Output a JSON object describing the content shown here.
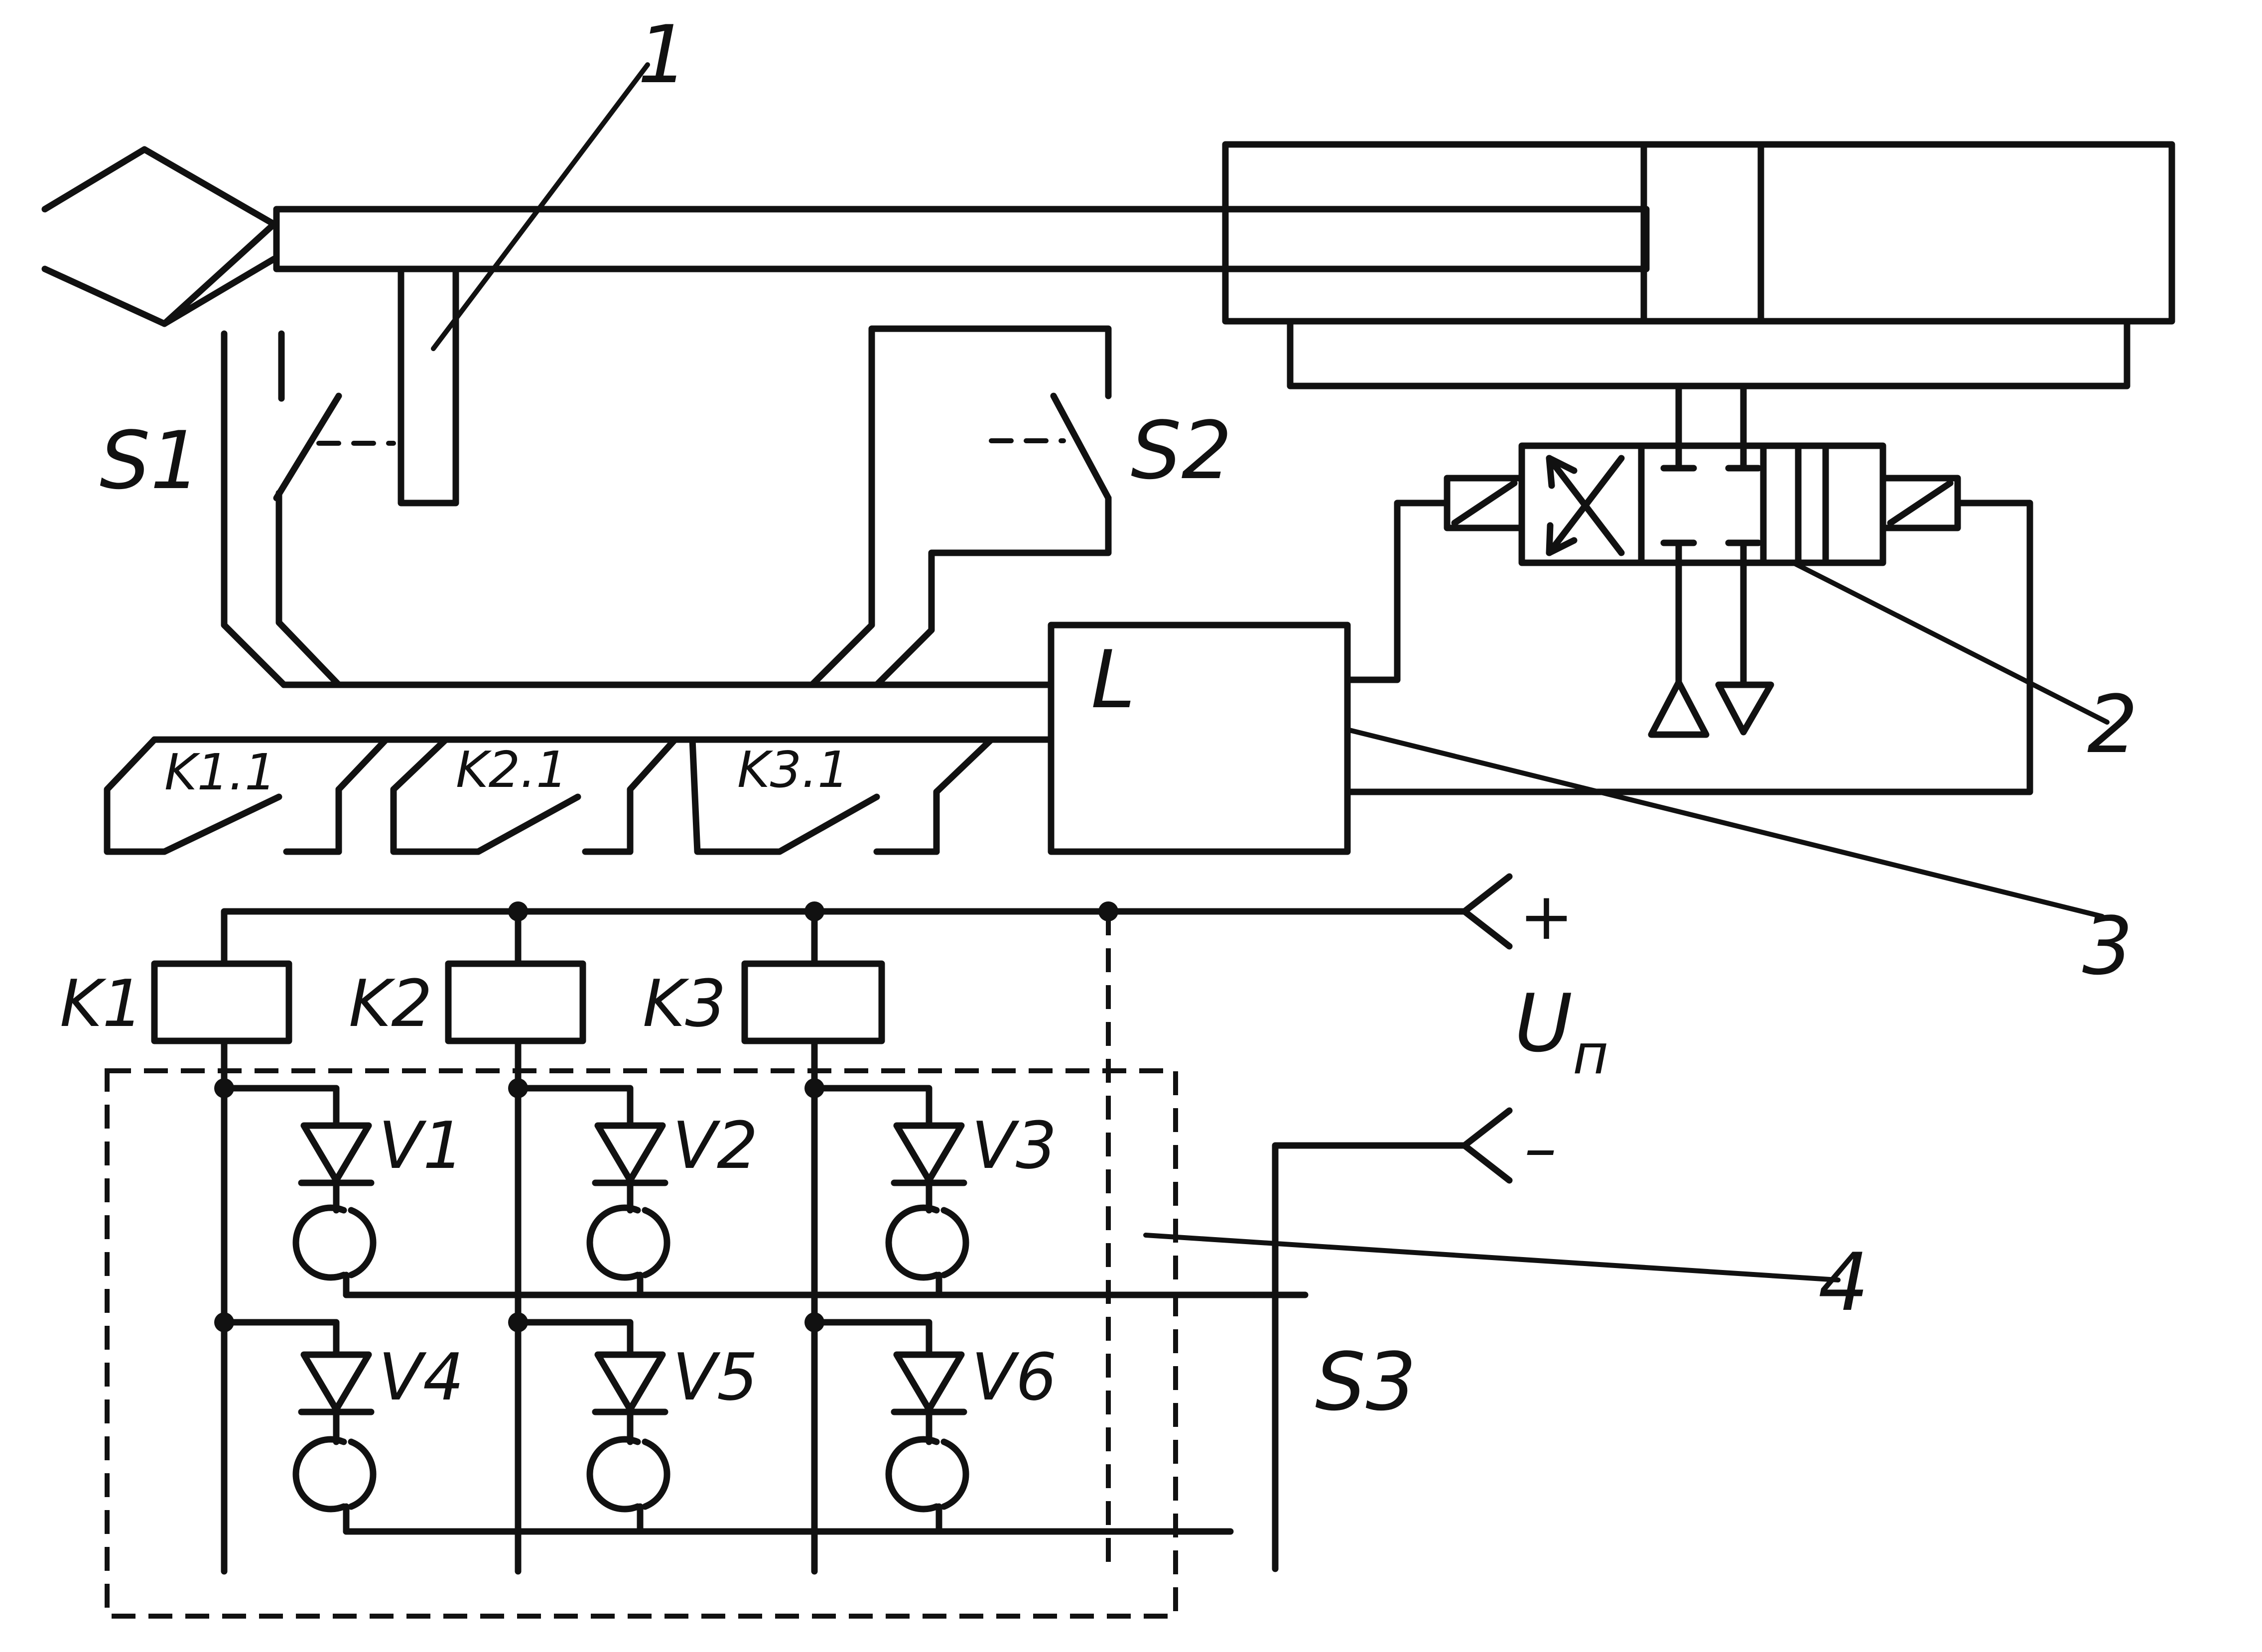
{
  "labels": {
    "callout_1": "1",
    "callout_2": "2",
    "callout_3": "3",
    "callout_4": "4",
    "switch_s1": "S1",
    "switch_s2": "S2",
    "switch_s3": "S3",
    "logic_block": "L",
    "contact_k1_1": "K1.1",
    "contact_k2_1": "K2.1",
    "contact_k3_1": "K3.1",
    "relay_k1": "K1",
    "relay_k2": "K2",
    "relay_k3": "K3",
    "plus": "+",
    "minus": "–",
    "supply": "U",
    "supply_sub": "п",
    "diode_v1": "V1",
    "diode_v2": "V2",
    "diode_v3": "V3",
    "diode_v4": "V4",
    "diode_v5": "V5",
    "diode_v6": "V6"
  }
}
